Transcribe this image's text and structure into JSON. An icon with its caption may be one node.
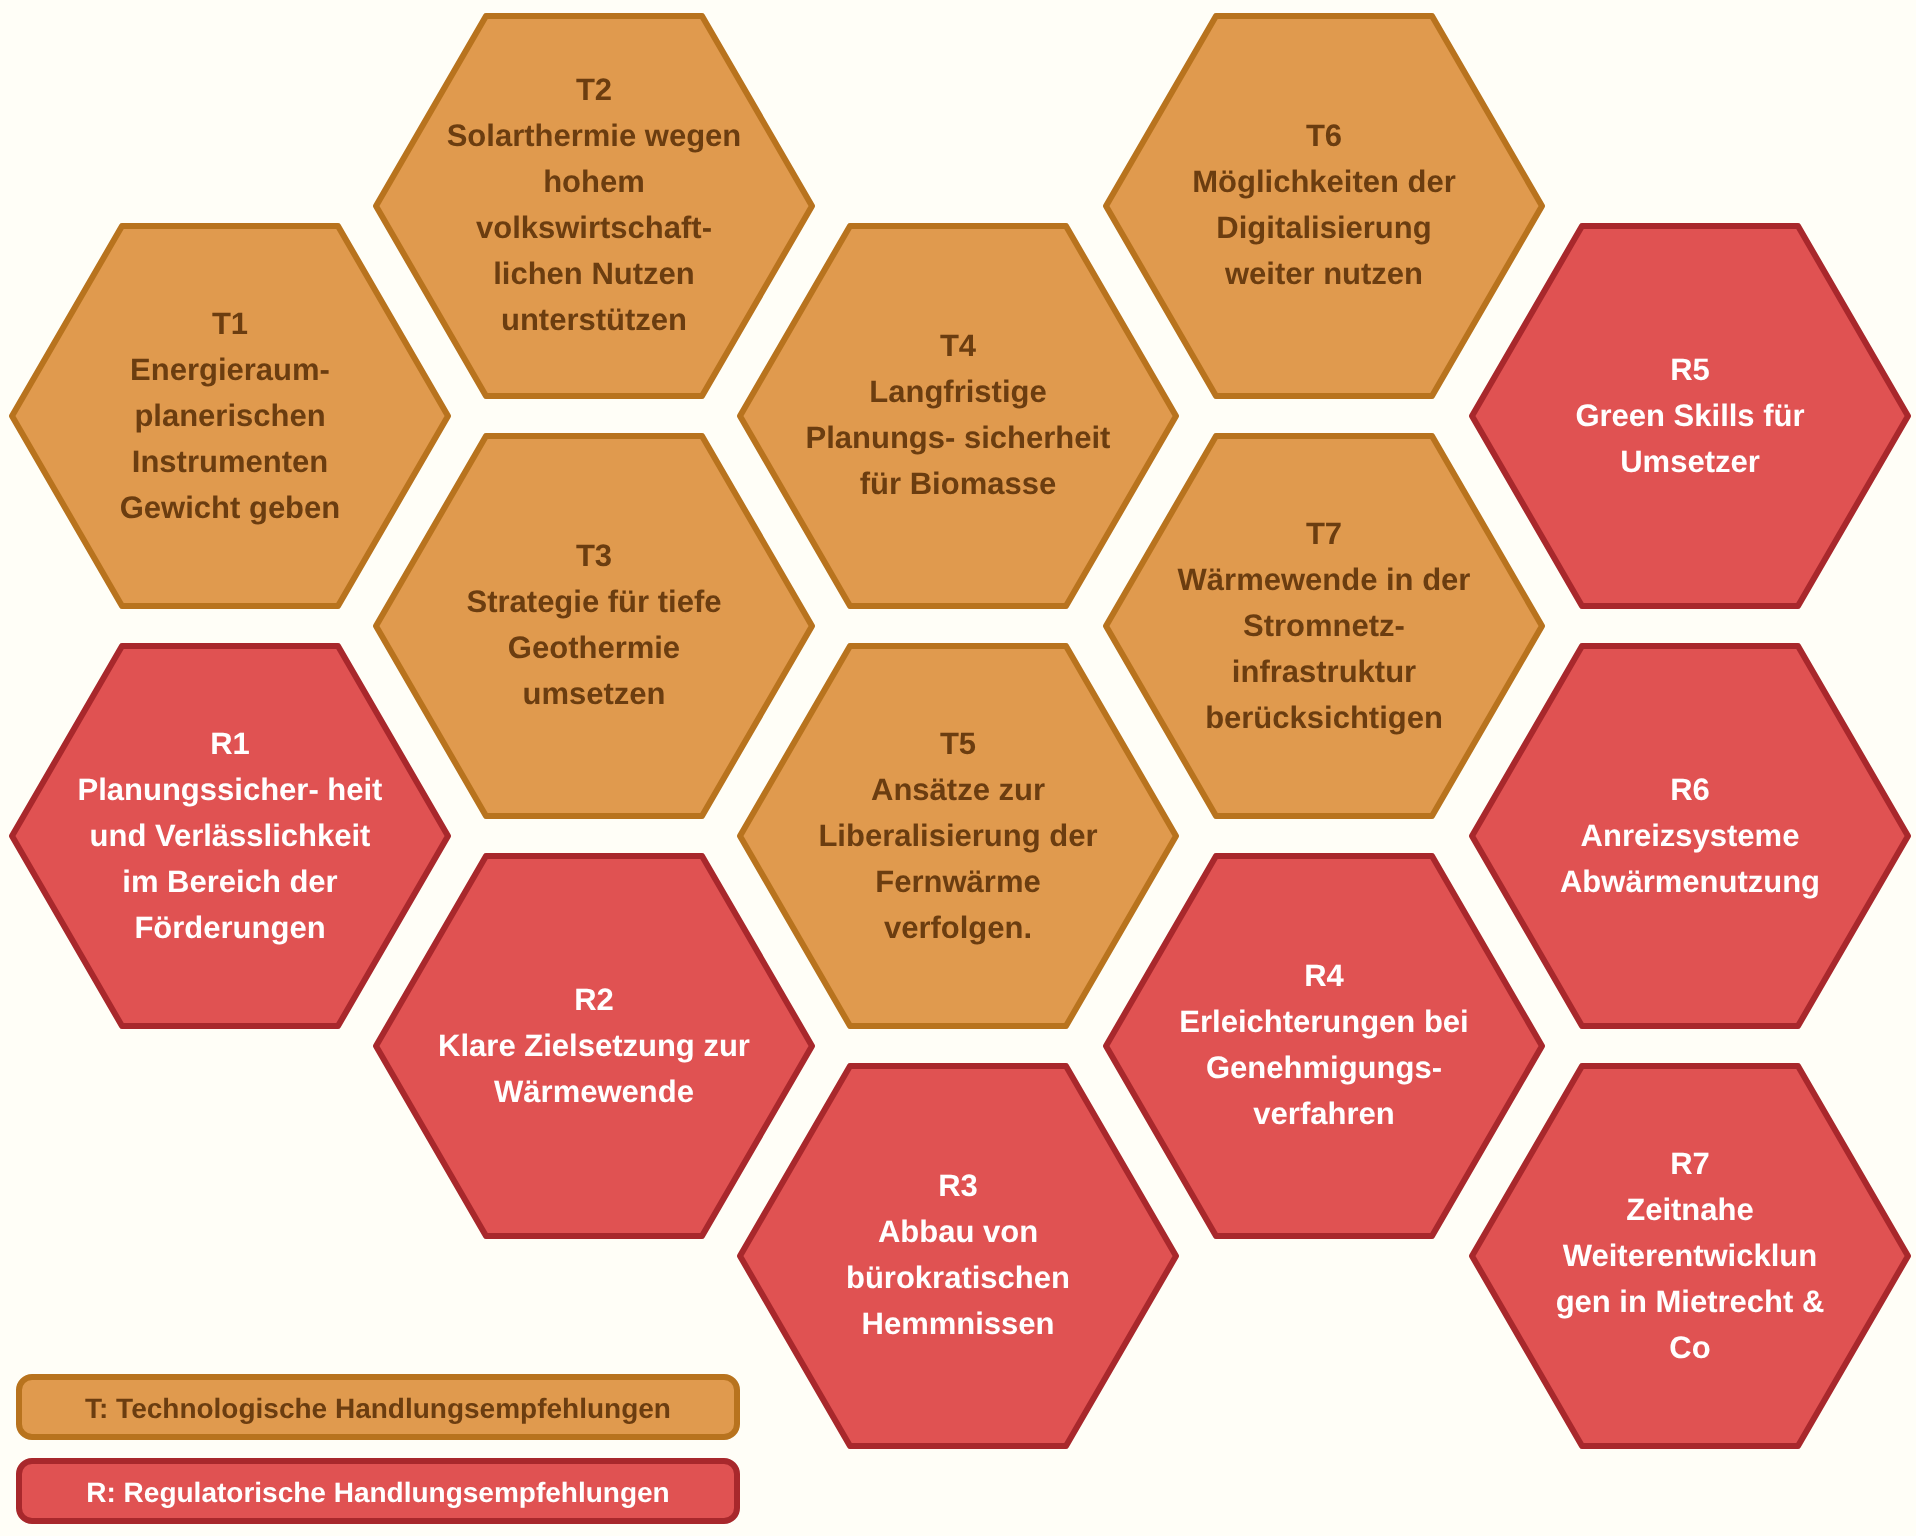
{
  "diagram": {
    "nodes": [
      {
        "text": [
          "T1",
          "Energieraum- planerischen Instrumenten Gewicht geben"
        ]
      },
      {
        "text": [
          "T2",
          "Solarthermie wegen hohem volkswirtschaft- lichen Nutzen unterstützen"
        ]
      },
      {
        "text": [
          "T3",
          "Strategie für tiefe Geothermie umsetzen"
        ]
      },
      {
        "text": [
          "T4",
          "Langfristige Planungs- sicherheit für Biomasse"
        ]
      },
      {
        "text": [
          "T5",
          "Ansätze zur Liberalisierung der Fernwärme verfolgen."
        ]
      },
      {
        "text": [
          "T6",
          "Möglichkeiten der Digitalisierung weiter nutzen"
        ]
      },
      {
        "text": [
          "T7",
          "Wärmewende in der Stromnetz- infrastruktur berücksichtigen"
        ]
      },
      {
        "text": [
          "R1",
          "Planungssicher- heit und Verlässlichkeit im Bereich der Förderungen"
        ]
      },
      {
        "text": [
          "R2",
          "Klare Zielsetzung zur Wärmewende"
        ]
      },
      {
        "text": [
          "R3",
          "Abbau von bürokratischen Hemmnissen"
        ]
      },
      {
        "text": [
          "R4",
          "Erleichterungen bei Genehmigungs- verfahren"
        ]
      },
      {
        "text": [
          "R5",
          "Green Skills für Umsetzer"
        ]
      },
      {
        "text": [
          "R6",
          "Anreizsysteme Abwärmenutzung"
        ]
      },
      {
        "text": [
          "R7",
          "Zeitnahe Weiterentwicklun gen in Mietrecht & Co"
        ]
      }
    ],
    "legend": [
      {
        "text": "T: Technologische Handlungsempfehlungen",
        "color": "#e09a4e"
      },
      {
        "text": "R: Regulatorische Handlungsempfehlungen",
        "color": "#e05252"
      }
    ]
  }
}
